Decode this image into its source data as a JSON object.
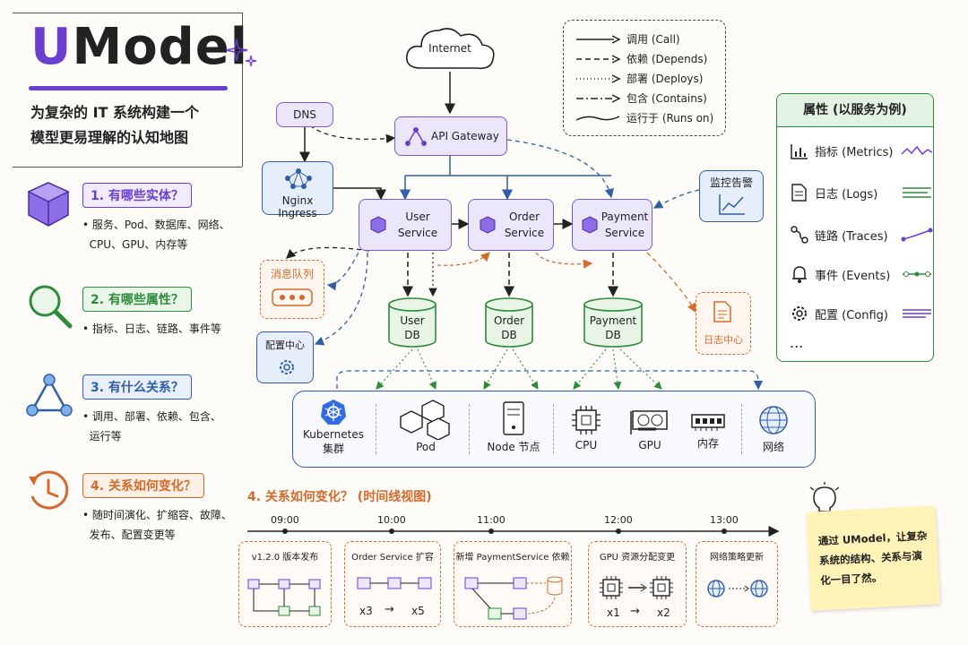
{
  "header": {
    "title_u": "U",
    "title_rest": "Model",
    "subtitle_line1": "为复杂的 IT 系统构建一个",
    "subtitle_line2": "模型更易理解的认知地图"
  },
  "questions": [
    {
      "title": "1. 有哪些实体？",
      "items": [
        "服务、Pod、数据库、网络、",
        "CPU、GPU、内存等"
      ],
      "color": "#6a3fd1"
    },
    {
      "title": "2. 有哪些属性？",
      "items": [
        "指标、日志、链路、事件等"
      ],
      "color": "#2e8b3a"
    },
    {
      "title": "3. 有什么关系？",
      "items": [
        "调用、部署、依赖、包含、",
        "运行等"
      ],
      "color": "#2f5fa8"
    },
    {
      "title": "4. 关系如何变化？",
      "items": [
        "随时间演化、扩缩容、故障、",
        "发布、配置变更等"
      ],
      "color": "#d66a2a"
    }
  ],
  "legend": {
    "call": "调用 (Call)",
    "depends": "依赖 (Depends)",
    "deploys": "部署 (Deploys)",
    "contains": "包含 (Contains)",
    "runs_on": "运行于 (Runs on)"
  },
  "nodes": {
    "internet": "Internet",
    "dns": "DNS",
    "api_gateway": "API Gateway",
    "nginx": "Nginx Ingress",
    "user_service_1": "User",
    "user_service_2": "Service",
    "order_service_1": "Order",
    "order_service_2": "Service",
    "payment_service_1": "Payment",
    "payment_service_2": "Service",
    "monitor": "监控告警",
    "mq": "消息队列",
    "config_center": "配置中心",
    "log_center": "日志中心",
    "user_db_1": "User",
    "user_db_2": "DB",
    "order_db_1": "Order",
    "order_db_2": "DB",
    "payment_db_1": "Payment",
    "payment_db_2": "DB"
  },
  "attributes": {
    "title": "属性 (以服务为例)",
    "items": [
      "指标 (Metrics)",
      "日志 (Logs)",
      "链路 (Traces)",
      "事件 (Events)",
      "配置 (Config)"
    ],
    "more": "..."
  },
  "infra": {
    "k8s_1": "Kubernetes",
    "k8s_2": "集群",
    "pod": "Pod",
    "node": "Node 节点",
    "cpu": "CPU",
    "gpu": "GPU",
    "mem": "内存",
    "net": "网络"
  },
  "timeline": {
    "title": "4. 关系如何变化？ (时间线视图)",
    "times": [
      "09:00",
      "10:00",
      "11:00",
      "12:00",
      "13:00"
    ],
    "cards": [
      {
        "title": "v1.2.0 版本发布"
      },
      {
        "title": "Order Service 扩容",
        "from": "x3",
        "to": "x5"
      },
      {
        "title": "新增 PaymentService 依赖"
      },
      {
        "title": "GPU 资源分配变更",
        "from": "x1",
        "to": "x2"
      },
      {
        "title": "网络策略更新"
      }
    ]
  },
  "note": {
    "text": "通过 UModel，让复杂系统的结构、关系与演化一目了然。"
  },
  "colors": {
    "purple": "#6a3fd1",
    "green": "#2e8b3a",
    "blue": "#2f5fa8",
    "orange": "#d66a2a"
  }
}
